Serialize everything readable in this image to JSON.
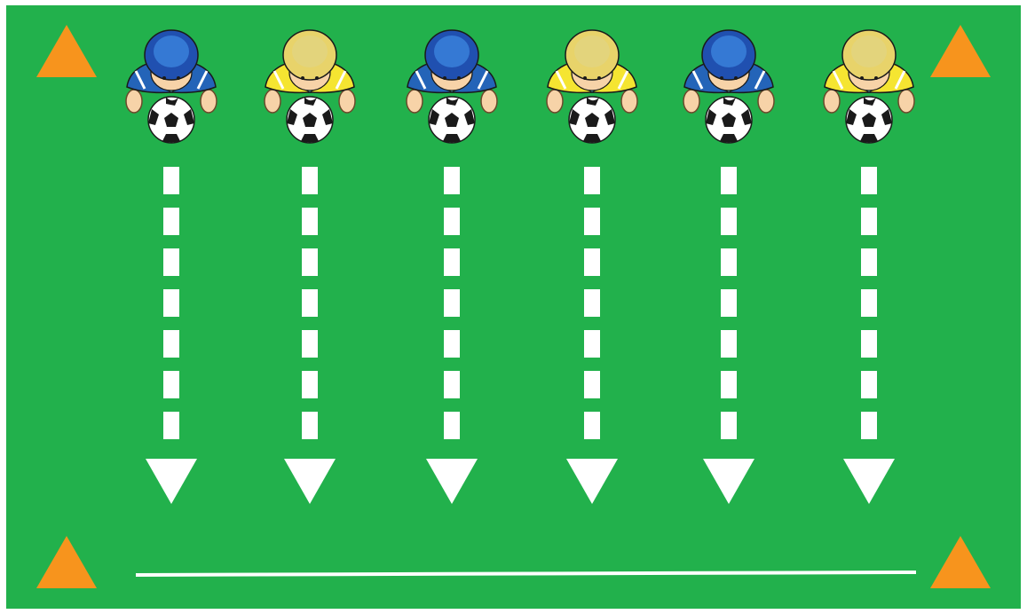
{
  "diagram": {
    "field_color": "#22b14c",
    "border_color": "#ffffff",
    "line_color": "#ffffff",
    "cone_color": "#f7941d",
    "ball_colors": {
      "panel": "#ffffff",
      "patch": "#1a1a1a"
    },
    "cones": [
      {
        "position": "top-left"
      },
      {
        "position": "top-right"
      },
      {
        "position": "bottom-left"
      },
      {
        "position": "bottom-right"
      }
    ],
    "players": [
      {
        "team": "blue",
        "kit_color": "#2464b8",
        "hair_color": "#2050b0",
        "has_ball": true,
        "direction": "down"
      },
      {
        "team": "yellow",
        "kit_color": "#f5e531",
        "hair_color": "#e8d36a",
        "has_ball": true,
        "direction": "down"
      },
      {
        "team": "blue",
        "kit_color": "#2464b8",
        "hair_color": "#2050b0",
        "has_ball": true,
        "direction": "down"
      },
      {
        "team": "yellow",
        "kit_color": "#f5e531",
        "hair_color": "#e8d36a",
        "has_ball": true,
        "direction": "down"
      },
      {
        "team": "blue",
        "kit_color": "#2464b8",
        "hair_color": "#2050b0",
        "has_ball": true,
        "direction": "down"
      },
      {
        "team": "yellow",
        "kit_color": "#f5e531",
        "hair_color": "#e8d36a",
        "has_ball": true,
        "direction": "down"
      }
    ],
    "finish_line": {
      "style": "solid"
    }
  }
}
